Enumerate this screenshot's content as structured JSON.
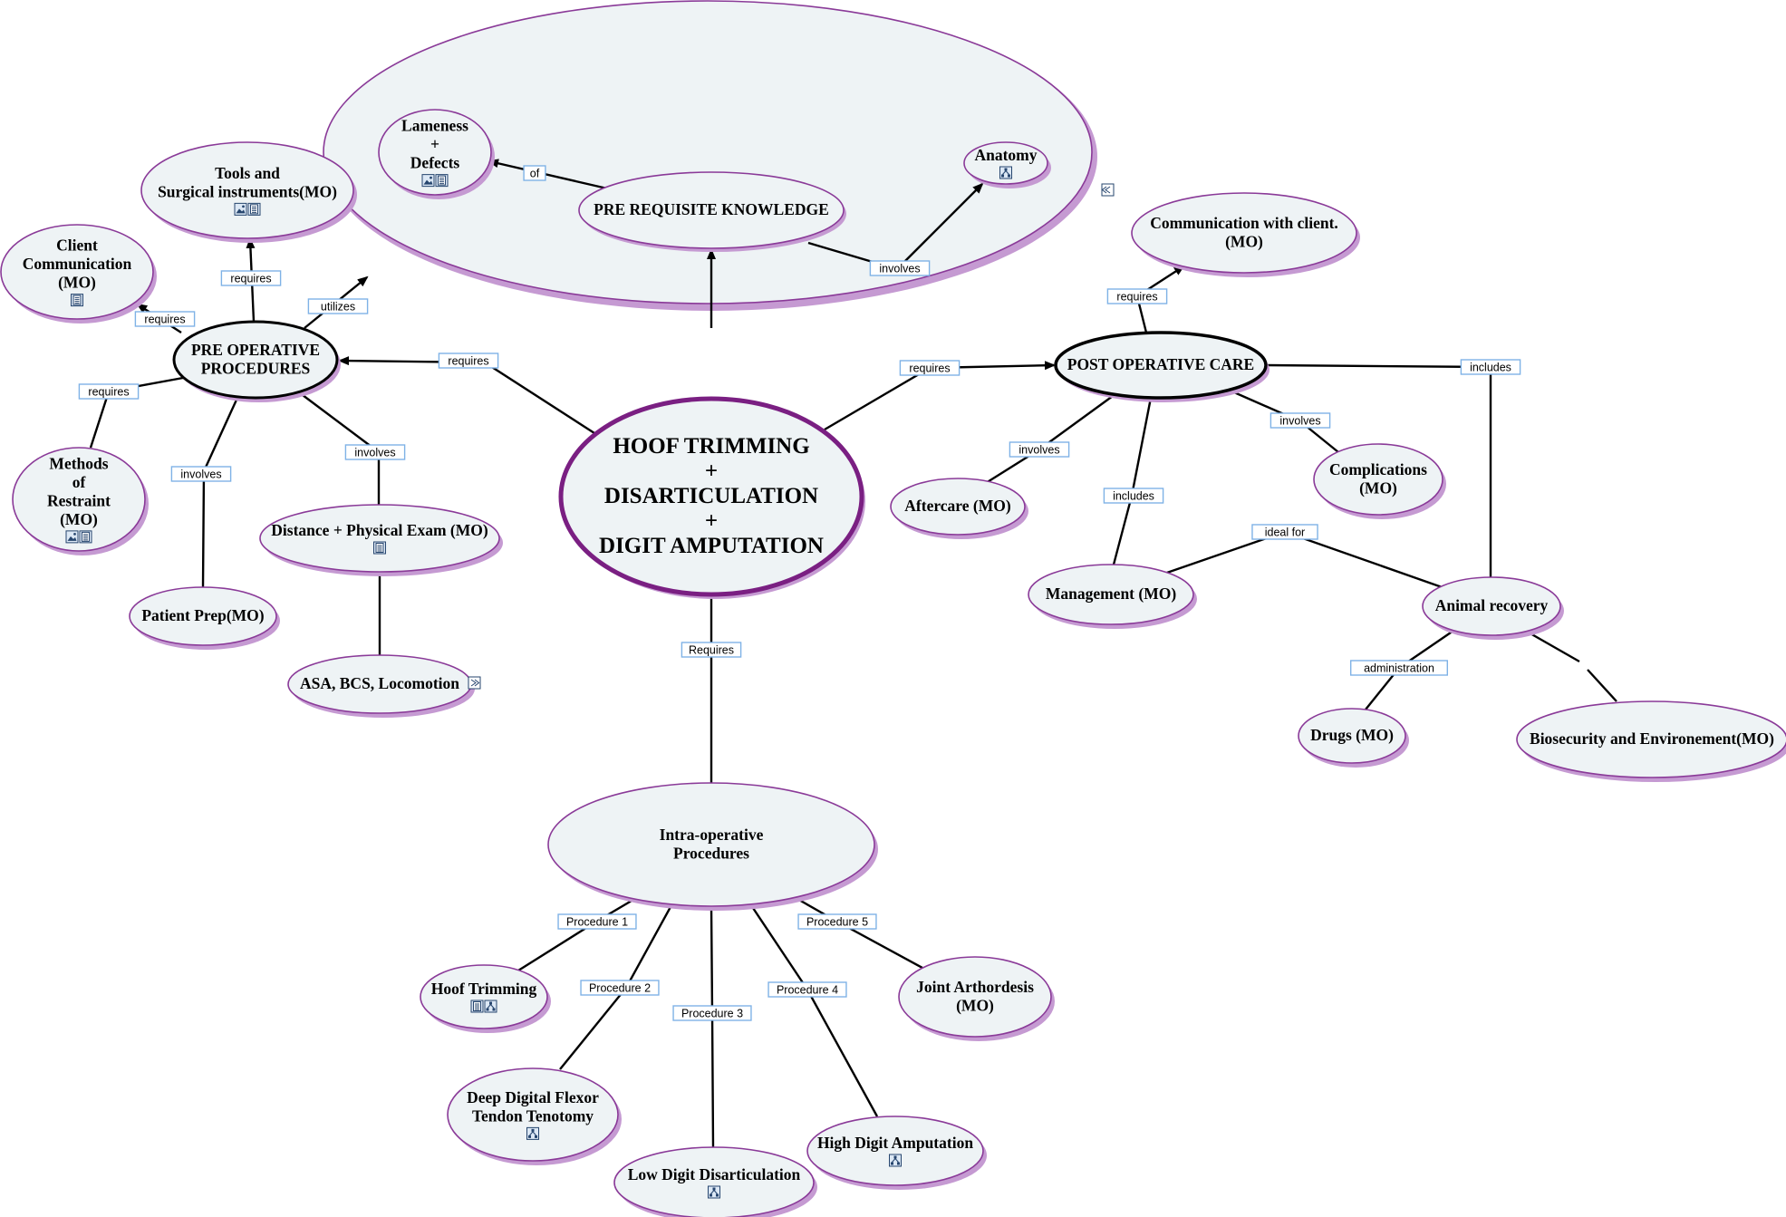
{
  "diagram": {
    "central": {
      "lines": [
        "HOOF TRIMMING",
        "+",
        "DISARTICULATION",
        "+",
        "DIGIT AMPUTATION"
      ]
    },
    "nodes": {
      "prereq": {
        "lines": [
          "PRE REQUISITE KNOWLEDGE"
        ]
      },
      "lameness": {
        "lines": [
          "Lameness",
          "+",
          "Defects"
        ],
        "icons": [
          "image-icon",
          "document-icon"
        ]
      },
      "anatomy": {
        "lines": [
          "Anatomy"
        ],
        "icons": [
          "concept-map-icon"
        ]
      },
      "tools": {
        "lines": [
          "Tools and",
          "Surgical instruments(MO)"
        ],
        "icons": [
          "image-icon",
          "document-icon"
        ]
      },
      "client_comm": {
        "lines": [
          "Client",
          "Communication",
          "(MO)"
        ],
        "icons": [
          "document-icon"
        ]
      },
      "pre_op": {
        "lines": [
          "PRE OPERATIVE",
          "PROCEDURES"
        ]
      },
      "restraint": {
        "lines": [
          "Methods",
          "of",
          "Restraint",
          "(MO)"
        ],
        "icons": [
          "image-icon",
          "document-icon"
        ]
      },
      "patient_prep": {
        "lines": [
          "Patient Prep(MO)"
        ]
      },
      "physical_exam": {
        "lines": [
          "Distance + Physical Exam (MO)"
        ],
        "icons": [
          "document-icon"
        ]
      },
      "asa": {
        "lines": [
          "ASA, BCS, Locomotion"
        ]
      },
      "post_op": {
        "lines": [
          "POST OPERATIVE CARE"
        ]
      },
      "comm_client": {
        "lines": [
          "Communication with client.",
          "(MO)"
        ]
      },
      "aftercare": {
        "lines": [
          "Aftercare (MO)"
        ]
      },
      "complications": {
        "lines": [
          "Complications",
          "(MO)"
        ]
      },
      "management": {
        "lines": [
          "Management (MO)"
        ]
      },
      "animal_recovery": {
        "lines": [
          "Animal recovery"
        ]
      },
      "drugs": {
        "lines": [
          "Drugs (MO)"
        ]
      },
      "biosecurity": {
        "lines": [
          "Biosecurity and Environement(MO)"
        ]
      },
      "intra_op": {
        "lines": [
          "Intra-operative",
          "Procedures"
        ]
      },
      "hoof_trimming": {
        "lines": [
          "Hoof Trimming"
        ],
        "icons": [
          "document-icon",
          "concept-map-icon"
        ]
      },
      "ddft": {
        "lines": [
          "Deep Digital Flexor",
          "Tendon Tenotomy"
        ],
        "icons": [
          "concept-map-icon"
        ]
      },
      "low_digit": {
        "lines": [
          "Low Digit Disarticulation"
        ],
        "icons": [
          "concept-map-icon"
        ]
      },
      "high_digit": {
        "lines": [
          "High Digit Amputation"
        ],
        "icons": [
          "concept-map-icon"
        ]
      },
      "joint": {
        "lines": [
          "Joint Arthordesis",
          "(MO)"
        ]
      }
    },
    "links": {
      "of": "of",
      "involves_anatomy": "involves",
      "requires_prereq": "requires",
      "utilizes": "utilizes",
      "requires_tools": "requires",
      "requires_client": "requires",
      "requires_restraint": "requires",
      "involves_patient": "involves",
      "involves_exam": "involves",
      "requires_post": "requires",
      "requires_comm": "requires",
      "includes_recovery": "includes",
      "involves_aftercare": "involves",
      "includes_management": "includes",
      "involves_complications": "involves",
      "ideal_for": "ideal for",
      "administration": "administration",
      "requires_intra": "Requires",
      "procedure_1": "Procedure 1",
      "procedure_2": "Procedure 2",
      "procedure_3": "Procedure 3",
      "procedure_4": "Procedure 4",
      "procedure_5": "Procedure 5"
    },
    "colors": {
      "node_fill": "#eef3f5",
      "node_border": "#8a3a98",
      "central_border": "#7a1f82",
      "node_shadow": "#c59ad2",
      "link_box_border": "#7fb2e6"
    }
  }
}
